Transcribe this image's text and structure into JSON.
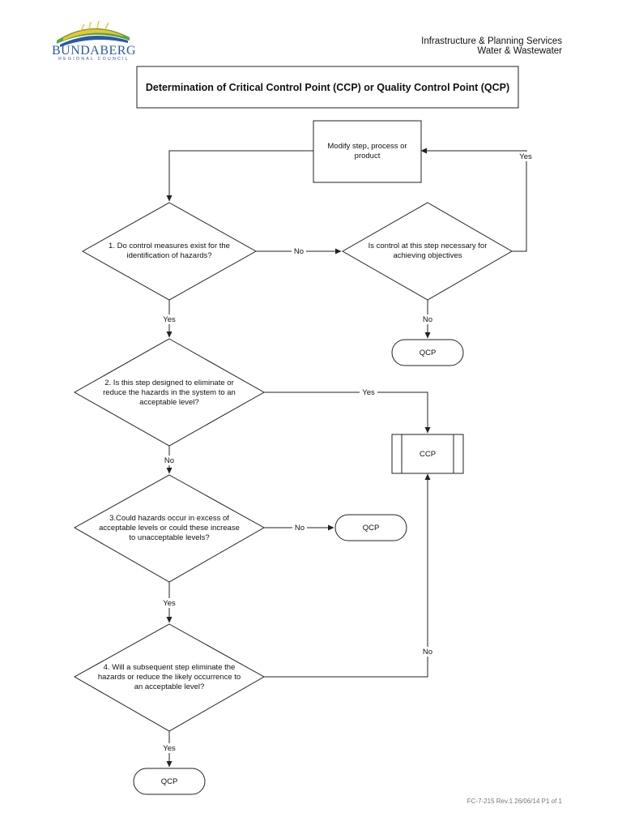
{
  "header": {
    "org_name": "BUNDABERG",
    "org_subtitle": "REGIONAL COUNCIL",
    "department": "Infrastructure & Planning Services",
    "section": "Water & Wastewater"
  },
  "title": "Determination of Critical Control Point (CCP) or Quality Control Point (QCP)",
  "footer": "FC-7-215 Rev.1 26/06/14 P1 of 1",
  "colors": {
    "logo_blue": "#2a5aa8",
    "logo_green": "#5aa63c",
    "logo_yellow": "#f2c230",
    "line": "#222222"
  },
  "nodes": {
    "modify": {
      "lines": [
        "Modify step, process or",
        "product"
      ]
    },
    "q1": {
      "lines": [
        "1. Do control measures exist for the",
        "identification of hazards?"
      ]
    },
    "necessary": {
      "lines": [
        "Is control at this step necessary for",
        "achieving objectives"
      ]
    },
    "qcp1": {
      "lines": [
        "QCP"
      ]
    },
    "q2": {
      "lines": [
        "2. Is this step designed to eliminate or",
        "reduce the hazards in the system to an",
        "acceptable level?"
      ]
    },
    "ccp": {
      "lines": [
        "CCP"
      ]
    },
    "q3": {
      "lines": [
        "3.Could hazards occur in excess of",
        "acceptable levels or could these increase",
        "to unacceptable levels?"
      ]
    },
    "qcp2": {
      "lines": [
        "QCP"
      ]
    },
    "q4": {
      "lines": [
        "4. Will a subsequent step eliminate the",
        "hazards or reduce the likely occurrence to",
        "an acceptable level?"
      ]
    },
    "qcp3": {
      "lines": [
        "QCP"
      ]
    }
  },
  "edges": {
    "q1_no": "No",
    "necessary_yes": "Yes",
    "necessary_no": "No",
    "q1_yes": "Yes",
    "q2_yes": "Yes",
    "q2_no": "No",
    "q3_no": "No",
    "q3_yes": "Yes",
    "q4_no": "No",
    "q4_yes": "Yes"
  }
}
